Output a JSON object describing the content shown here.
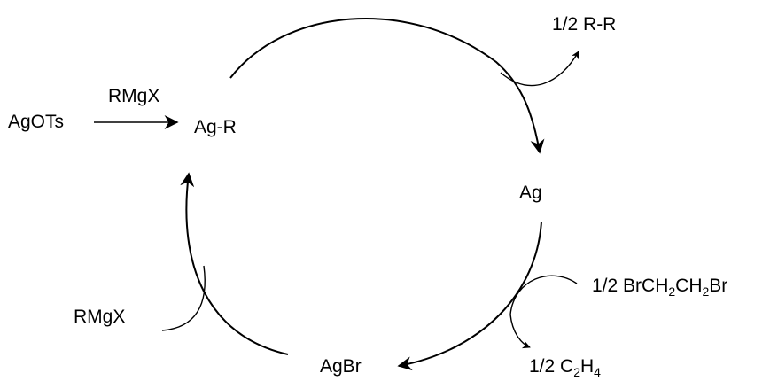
{
  "species": {
    "agots": "AgOTs",
    "ag_r": "Ag-R",
    "ag": "Ag",
    "agbr": "AgBr"
  },
  "reagents": {
    "rmgx_top": "RMgX",
    "rmgx_left": "RMgX",
    "half_rr": "1/2 R-R",
    "dibromoethane": {
      "pre": "1/2 BrCH",
      "s1": "2",
      "mid": "CH",
      "s2": "2",
      "post": "Br"
    },
    "ethylene": {
      "pre": "1/2 C",
      "s1": "2",
      "mid": "H",
      "s2": "4"
    }
  },
  "colors": {
    "ink": "#000000",
    "background": "#ffffff"
  }
}
